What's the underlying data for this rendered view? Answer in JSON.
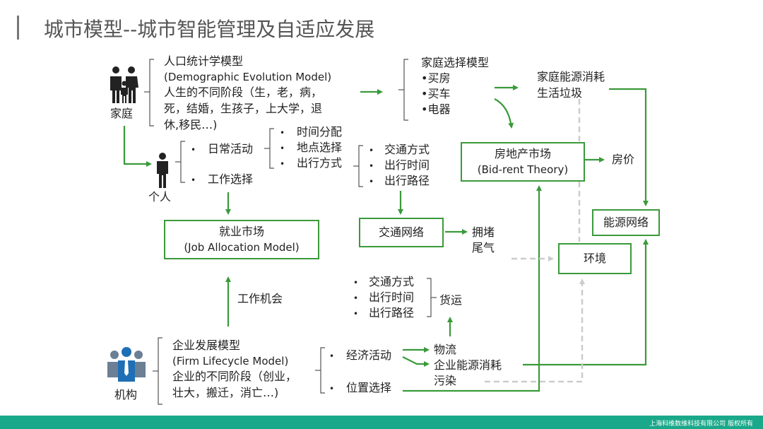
{
  "title": "城市模型--城市智能管理及自适应发展",
  "footer": "上海科维数维科技有限公司 版权所有",
  "actors": {
    "family": "家庭",
    "individual": "个人",
    "institution": "机构"
  },
  "demographic": {
    "title_cn": "人口统计学模型",
    "title_en": "(Demographic Evolution Model)",
    "desc_lines": [
      "人生的不同阶段（生，老，病，",
      "死，结婚，生孩子，上大学，退",
      "休,移民…)"
    ]
  },
  "household_choice": {
    "title": "家庭选择模型",
    "items": [
      "•买房",
      "•买车",
      "•电器"
    ]
  },
  "household_energy": [
    "家庭能源消耗",
    "生活垃圾"
  ],
  "daily": {
    "activity": "日常活动",
    "job_choice": "工作选择",
    "sub_items": [
      "时间分配",
      "地点选择",
      "出行方式"
    ]
  },
  "travel1": [
    "交通方式",
    "出行时间",
    "出行路径"
  ],
  "travel2": [
    "交通方式",
    "出行时间",
    "出行路径"
  ],
  "real_estate": {
    "cn": "房地产市场",
    "en": "(Bid-rent Theory)"
  },
  "house_price": "房价",
  "job_market": {
    "cn": "就业市场",
    "en": "(Job Allocation Model)"
  },
  "traffic_network": "交通网络",
  "congestion": [
    "拥堵",
    "尾气"
  ],
  "energy_network": "能源网络",
  "environment": "环境",
  "job_opportunity": "工作机会",
  "freight": "货运",
  "firm": {
    "title_cn": "企业发展模型",
    "title_en": "(Firm Lifecycle Model)",
    "desc_lines": [
      "企业的不同阶段（创业，",
      "壮大，搬迁，消亡…)"
    ]
  },
  "firm_items": [
    "经济活动",
    "位置选择"
  ],
  "firm_outputs": [
    "物流",
    "企业能源消耗",
    "污染"
  ]
}
